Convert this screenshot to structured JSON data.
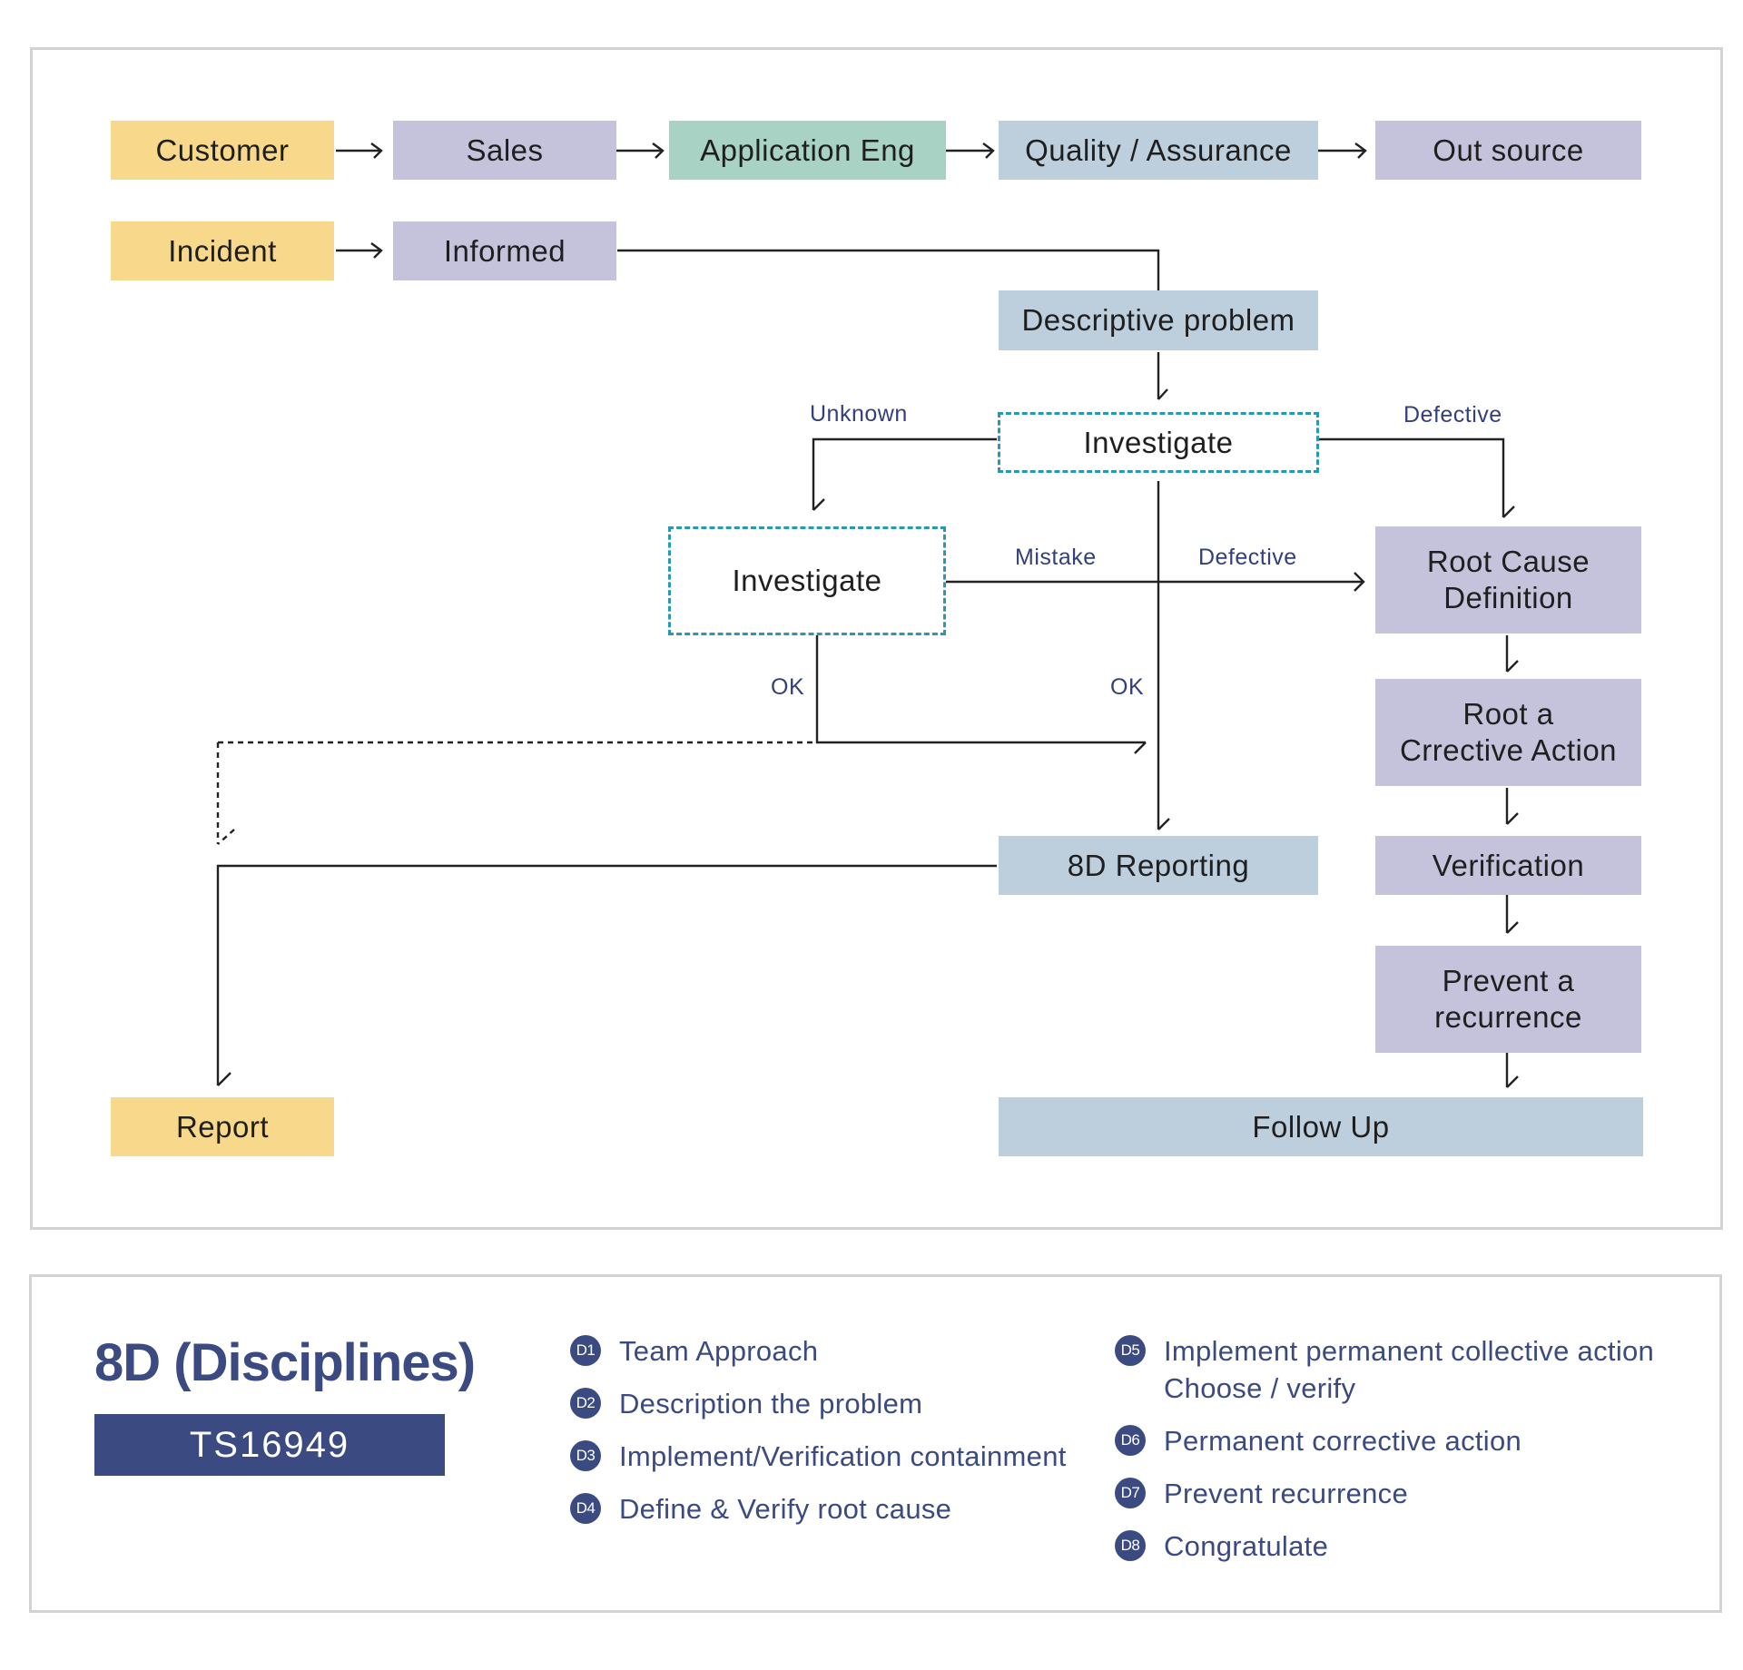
{
  "colors": {
    "yellow": "#f8d98b",
    "purple": "#c5c3dc",
    "green": "#a8d3c4",
    "blue": "#bdcfdd",
    "dashed_border": "#2a98b0",
    "label_text": "#34407a",
    "navy": "#3b4a80"
  },
  "flowchart": {
    "nodes": {
      "customer": "Customer",
      "sales": "Sales",
      "application_eng": "Application Eng",
      "quality_assurance": "Quality / Assurance",
      "out_source": "Out source",
      "incident": "Incident",
      "informed": "Informed",
      "descriptive_problem": "Descriptive problem",
      "investigate_main": "Investigate",
      "investigate_secondary": "Investigate",
      "root_cause_definition": "Root Cause\nDefinition",
      "root_corrective_action": "Root a\nCrrective Action",
      "verification": "Verification",
      "prevent_recurrence": "Prevent a\nrecurrence",
      "reporting_8d": "8D Reporting",
      "report": "Report",
      "follow_up": "Follow Up"
    },
    "edge_labels": {
      "unknown": "Unknown",
      "defective_top": "Defective",
      "mistake": "Mistake",
      "defective_mid": "Defective",
      "ok_left": "OK",
      "ok_right": "OK"
    }
  },
  "legend": {
    "title": "8D (Disciplines)",
    "badge": "TS16949",
    "items": [
      {
        "code": "D1",
        "text": "Team Approach"
      },
      {
        "code": "D2",
        "text": "Description the problem"
      },
      {
        "code": "D3",
        "text": "Implement/Verification containment"
      },
      {
        "code": "D4",
        "text": "Define & Verify root cause"
      },
      {
        "code": "D5",
        "text": "Implement permanent collective action\nChoose / verify"
      },
      {
        "code": "D6",
        "text": "Permanent corrective action"
      },
      {
        "code": "D7",
        "text": "Prevent recurrence"
      },
      {
        "code": "D8",
        "text": "Congratulate"
      }
    ]
  }
}
